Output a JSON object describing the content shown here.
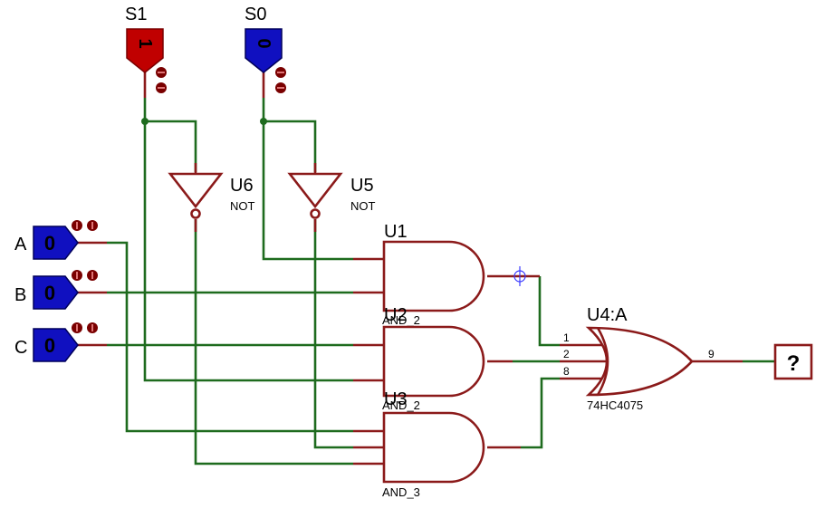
{
  "inputs": {
    "S1": {
      "label": "S1",
      "value": "1"
    },
    "S0": {
      "label": "S0",
      "value": "0"
    },
    "A": {
      "label": "A",
      "value": "0"
    },
    "B": {
      "label": "B",
      "value": "0"
    },
    "C": {
      "label": "C",
      "value": "0"
    }
  },
  "gates": {
    "U6": {
      "name": "U6",
      "type": "NOT"
    },
    "U5": {
      "name": "U5",
      "type": "NOT"
    },
    "U1": {
      "name": "U1",
      "type": "AND_2"
    },
    "U2": {
      "name": "U2",
      "type": "AND_2"
    },
    "U3": {
      "name": "U3",
      "type": "AND_3"
    },
    "U4": {
      "name": "U4:A",
      "part": "74HC4075",
      "pins": [
        "1",
        "2",
        "8",
        "9"
      ]
    }
  },
  "output": {
    "value": "?"
  },
  "colors": {
    "wire": "#1e6b1e",
    "gate": "#8b1a1a",
    "high": "#c00000",
    "low": "#1010c0"
  }
}
